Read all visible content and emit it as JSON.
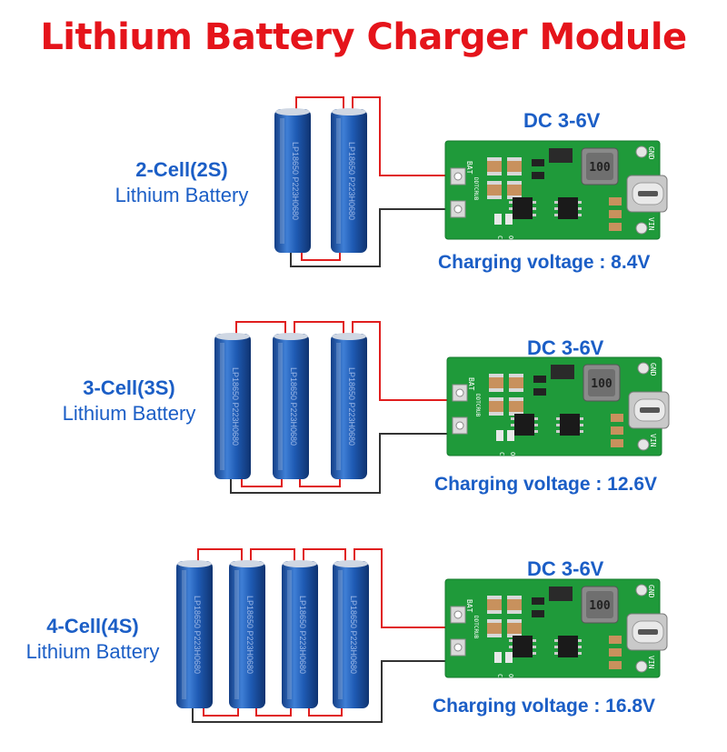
{
  "title": "Lithium Battery Charger Module",
  "sections": [
    {
      "cell_label": "2-Cell(2S)",
      "battery_label": "Lithium Battery",
      "input_label": "DC  3-6V",
      "charging_label": "Charging voltage : 8.4V",
      "cell_count": 2
    },
    {
      "cell_label": "3-Cell(3S)",
      "battery_label": "Lithium Battery",
      "input_label": "DC  3-6V",
      "charging_label": "Charging voltage : 12.6V",
      "cell_count": 3
    },
    {
      "cell_label": "4-Cell(4S)",
      "battery_label": "Lithium Battery",
      "input_label": "DC  3-6V",
      "charging_label": "Charging voltage : 16.8V",
      "cell_count": 4
    }
  ],
  "battery_print": "LP18650 P223H0680",
  "pcb": {
    "inductor": "100",
    "pins": [
      "BAT",
      "DDTCRUB",
      "GND",
      "VIN",
      "CR",
      "OK"
    ]
  },
  "colors": {
    "title": "#e5141b",
    "text": "#1b5ec6",
    "battery": "#1d56a8",
    "wire_positive": "#e01e1e",
    "wire_negative": "#333333",
    "pcb": "#1f9a3a"
  }
}
